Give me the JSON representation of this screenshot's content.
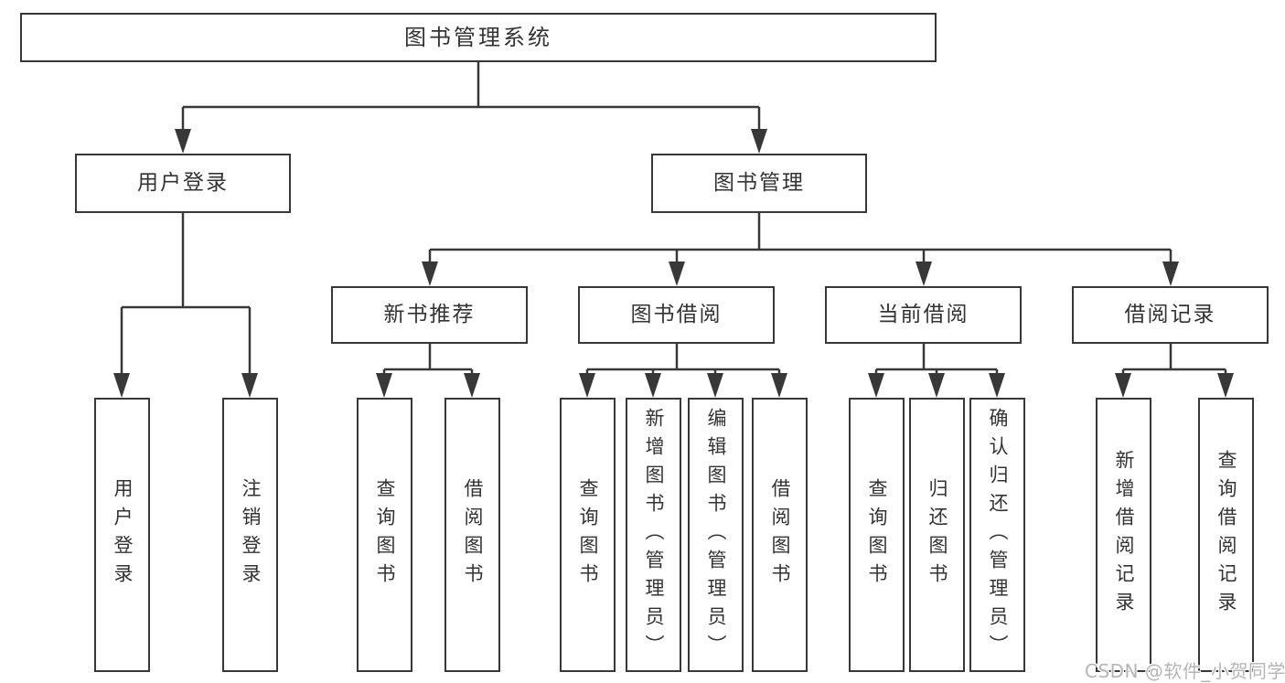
{
  "diagram": {
    "root": {
      "label": "图书管理系统"
    },
    "level2": [
      {
        "label": "用户登录"
      },
      {
        "label": "图书管理"
      }
    ],
    "level3": [
      {
        "label": "新书推荐"
      },
      {
        "label": "图书借阅"
      },
      {
        "label": "当前借阅"
      },
      {
        "label": "借阅记录"
      }
    ],
    "leaves": [
      {
        "label": "用户登录"
      },
      {
        "label": "注销登录"
      },
      {
        "label": "查询图书"
      },
      {
        "label": "借阅图书"
      },
      {
        "label": "查询图书"
      },
      {
        "label": "新增图书（管理员）"
      },
      {
        "label": "编辑图书（管理员）"
      },
      {
        "label": "借阅图书"
      },
      {
        "label": "查询图书"
      },
      {
        "label": "归还图书"
      },
      {
        "label": "确认归还（管理员）"
      },
      {
        "label": "新增借阅记录"
      },
      {
        "label": "查询借阅记录"
      }
    ]
  },
  "watermark": {
    "text": "CSDN @软件_小贺同学"
  },
  "colors": {
    "line": "#383838",
    "box_border": "#383838",
    "text": "#333333",
    "watermark_text": "#b5b5b5",
    "background": "#ffffff"
  }
}
